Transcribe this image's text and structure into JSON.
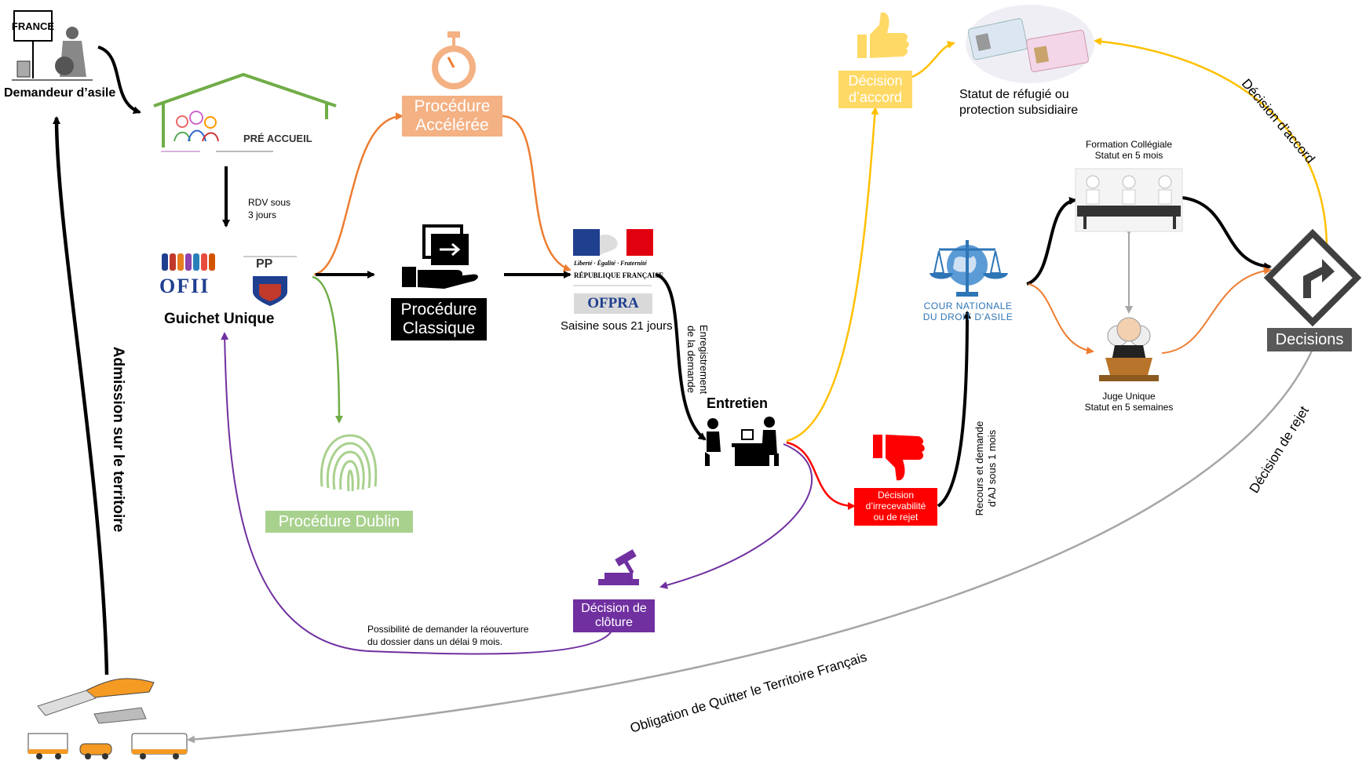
{
  "colors": {
    "orange": "#ED7D31",
    "peach": "#F4B183",
    "green": "#70AD47",
    "light_green": "#A9D18E",
    "purple": "#7030A0",
    "yellow": "#FFC000",
    "light_yellow": "#FFD966",
    "red": "#FF0000",
    "black": "#000000",
    "gray": "#A6A6A6",
    "dark_gray": "#595959",
    "blue": "#2E75B6",
    "ofii_blue": "#1F3F8F"
  },
  "nodes": {
    "demandeur": {
      "label": "Demandeur d’asile",
      "sign": "FRANCE",
      "icon": "asylum-seeker-icon"
    },
    "pre_accueil": {
      "label": "PRÉ ACCUEIL",
      "icon": "house-icon"
    },
    "guichet": {
      "label": "Guichet Unique",
      "ofii": "OFII",
      "prefecture": "PP",
      "icon": "ofii-logo-icon"
    },
    "procedure_acceleree": {
      "line1": "Procédure",
      "line2": "Accélérée",
      "icon": "stopwatch-icon"
    },
    "procedure_classique": {
      "line1": "Procédure",
      "line2": "Classique",
      "icon": "hand-document-icon"
    },
    "procedure_dublin": {
      "label": "Procédure Dublin",
      "icon": "fingerprint-icon"
    },
    "ofpra": {
      "republique": "République Française",
      "motto": "Liberté · Égalité · Fraternité",
      "name": "OFPRA",
      "caption": "Saisine sous 21 jours",
      "icon": "marianne-logo-icon"
    },
    "entretien": {
      "label": "Entretien",
      "icon": "interview-icon"
    },
    "decision_accord": {
      "line1": "Décision",
      "line2": "d’accord",
      "icon": "thumbs-up-icon"
    },
    "statut": {
      "line1": "Statut de réfugié ou",
      "line2": "protection subsidiaire",
      "icon": "id-cards-icon"
    },
    "decision_irrecevabilite": {
      "line1": "Décision",
      "line2": "d’irrecevabilité",
      "line3": "ou de rejet",
      "icon": "thumbs-down-icon"
    },
    "decision_cloture": {
      "line1": "Décision de",
      "line2": "clôture",
      "icon": "gavel-icon"
    },
    "cnda": {
      "line1": "COUR NATIONALE",
      "line2": "DU DROIT D’ASILE",
      "icon": "scales-globe-icon"
    },
    "formation_collegiale": {
      "line1": "Formation Collégiale",
      "line2": "Statut en 5 mois",
      "icon": "panel-judges-icon"
    },
    "juge_unique": {
      "line1": "Juge Unique",
      "line2": "Statut en 5 semaines",
      "icon": "judge-icon"
    },
    "decisions": {
      "label": "Decisions",
      "icon": "road-sign-icon"
    },
    "transport": {
      "icon": "transport-icon"
    }
  },
  "edges": {
    "rdv": {
      "line1": "RDV sous",
      "line2": "3 jours"
    },
    "enregistrement": {
      "line1": "Enregistrement",
      "line2": "de la demande"
    },
    "reouverture": {
      "line1": "Possibilité de demander la réouverture",
      "line2": "du dossier dans un délai 9 mois."
    },
    "recours": {
      "line1": "Recours et demande",
      "line2": "d’AJ sous 1 mois"
    },
    "decision_accord": {
      "label": "Décision d’accord"
    },
    "decision_rejet": {
      "label": "Décision de rejet"
    },
    "oqtf": {
      "label": "Obligation de Quitter le Territoire Français"
    },
    "admission": {
      "label": "Admission sur le territoire"
    }
  }
}
